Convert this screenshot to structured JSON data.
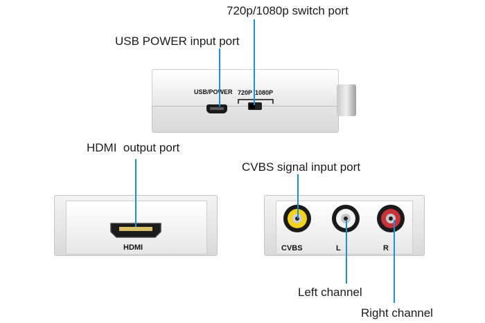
{
  "labels": {
    "switch_port": "720p/1080p switch port",
    "usb_power": "USB POWER input port",
    "hdmi_output": "HDMI  output port",
    "cvbs_input": "CVBS signal input port",
    "left_channel": "Left channel",
    "right_channel": "Right channel"
  },
  "device_text": {
    "usb_power": "USB/POWER",
    "res_720": "720P",
    "res_1080": "1080P",
    "hdmi": "HDMI",
    "cvbs": "CVBS",
    "l": "L",
    "r": "R"
  },
  "colors": {
    "leader": "#1a8fd6",
    "rca_yellow": "#f2d21b",
    "rca_white": "#f4f4f4",
    "rca_red": "#c8323a"
  }
}
